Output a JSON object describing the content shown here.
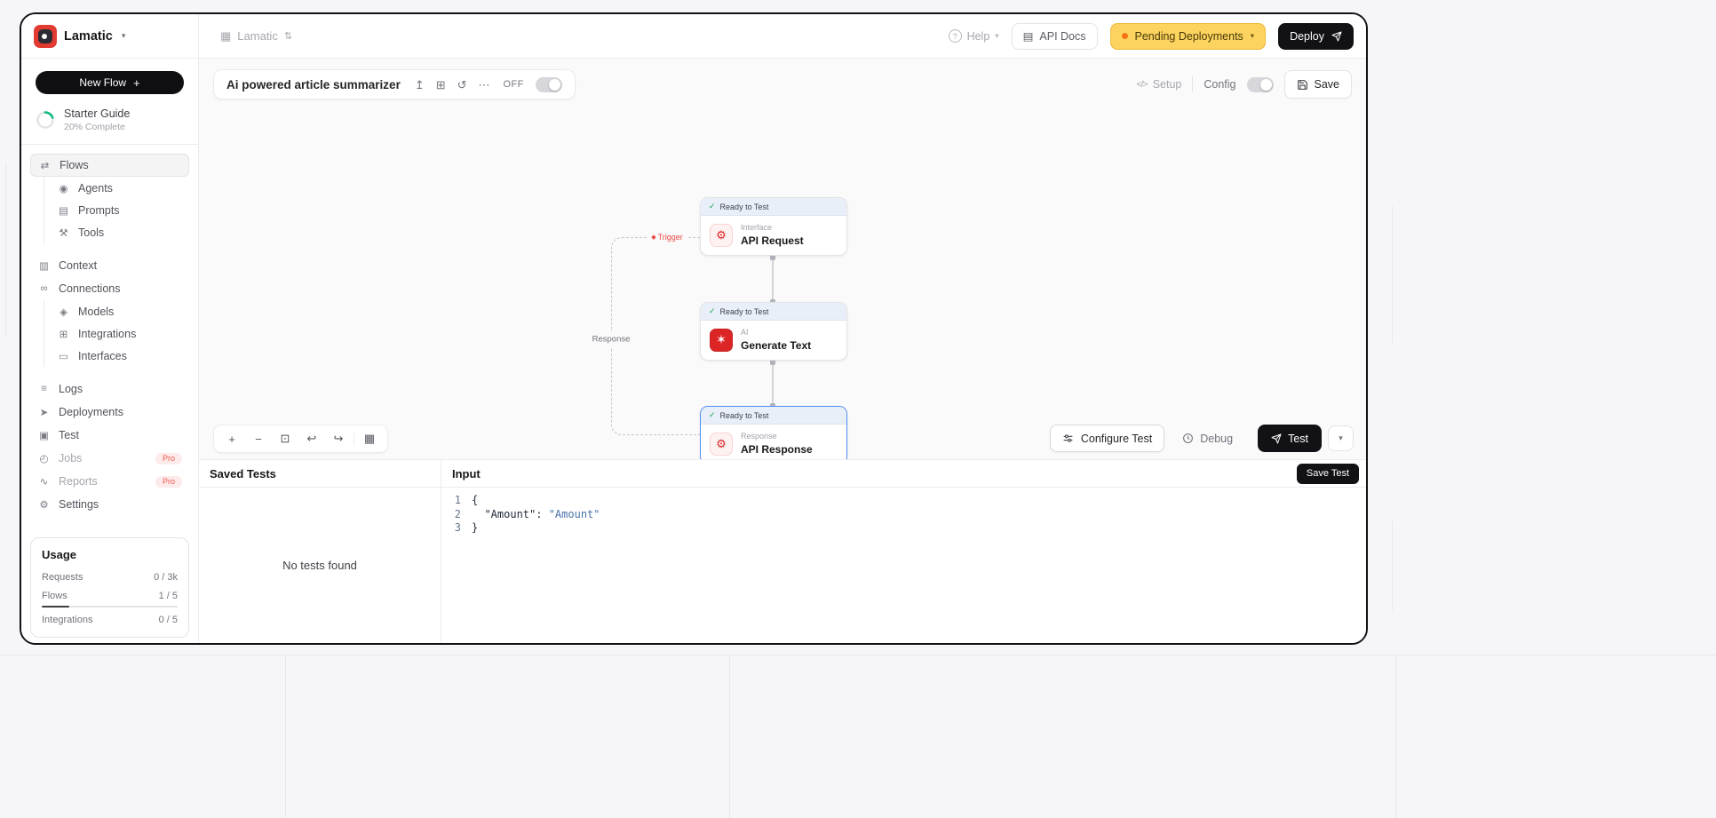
{
  "colors": {
    "brand_red": "#e23c32",
    "pending_bg": "#fbd35e",
    "deploy_bg": "#121216",
    "node_status_bg": "#e9eff8",
    "success_green": "#16a34a",
    "trigger_red": "#ef4444",
    "selected_blue": "#4f8df7",
    "canvas_bg": "#fafafa"
  },
  "icons": {
    "chevron_down": "▾",
    "swap_vertical": "⇅",
    "plus": "+",
    "project_folder": "▦",
    "help_q": "?",
    "api_docs": "▤",
    "code_tag": "</>",
    "flows": "⇄",
    "agents": "◉",
    "prompts": "▤",
    "tools": "⚒",
    "context": "▥",
    "connections": "∞",
    "models": "◈",
    "integrations": "⊞",
    "interfaces": "▭",
    "logs": "≡",
    "deployments": "➤",
    "test": "▣",
    "jobs": "◴",
    "reports": "∿",
    "settings": "⚙",
    "upload_share": "↥",
    "grid_view": "⊞",
    "history": "↺",
    "ellipsis": "⋯",
    "zoom_in": "+",
    "zoom_out": "−",
    "fit_screen": "⊡",
    "undo": "↩",
    "redo": "↪",
    "minimap": "▦",
    "check": "✓",
    "trigger_diamond": "◆",
    "node_gear": "⚙",
    "ai_spark": "✶"
  },
  "topbar": {
    "project_name": "Lamatic",
    "help_label": "Help",
    "api_docs_label": "API Docs",
    "pending_label": "Pending Deployments",
    "deploy_label": "Deploy"
  },
  "sidebar": {
    "brand": "Lamatic",
    "new_flow_label": "New Flow",
    "starter_guide_title": "Starter Guide",
    "starter_guide_progress": "20% Complete",
    "nav": [
      {
        "label": "Flows"
      },
      {
        "label": "Agents"
      },
      {
        "label": "Prompts"
      },
      {
        "label": "Tools"
      },
      {
        "label": "Context"
      },
      {
        "label": "Connections"
      },
      {
        "label": "Models"
      },
      {
        "label": "Integrations"
      },
      {
        "label": "Interfaces"
      },
      {
        "label": "Logs"
      },
      {
        "label": "Deployments"
      },
      {
        "label": "Test"
      },
      {
        "label": "Jobs",
        "badge": "Pro"
      },
      {
        "label": "Reports",
        "badge": "Pro"
      },
      {
        "label": "Settings"
      }
    ],
    "usage": {
      "title": "Usage",
      "rows": [
        {
          "label": "Requests",
          "value": "0 / 3k"
        },
        {
          "label": "Flows",
          "value": "1 / 5"
        },
        {
          "label": "Integrations",
          "value": "0 / 5"
        }
      ]
    }
  },
  "flow_toolbar": {
    "title": "Ai powered article summarizer",
    "off_label": "OFF",
    "setup_label": "Setup",
    "config_label": "Config",
    "save_label": "Save"
  },
  "canvas": {
    "trigger_label": "Trigger",
    "response_label": "Response",
    "nodes": [
      {
        "status": "Ready to Test",
        "category": "Interface",
        "title": "API Request"
      },
      {
        "status": "Ready to Test",
        "category": "AI",
        "title": "Generate Text"
      },
      {
        "status": "Ready to Test",
        "category": "Response",
        "title": "API Response"
      }
    ],
    "configure_test_label": "Configure Test",
    "debug_label": "Debug",
    "test_label": "Test"
  },
  "test_panel": {
    "saved_tests_title": "Saved Tests",
    "empty_text": "No tests found",
    "input_title": "Input",
    "save_test_label": "Save Test",
    "code": {
      "lines": [
        {
          "num": "1",
          "open": "{"
        },
        {
          "num": "2",
          "indent": "  ",
          "key": "\"Amount\"",
          "colon": ": ",
          "value": "\"Amount\""
        },
        {
          "num": "3",
          "close": "}"
        }
      ]
    }
  }
}
